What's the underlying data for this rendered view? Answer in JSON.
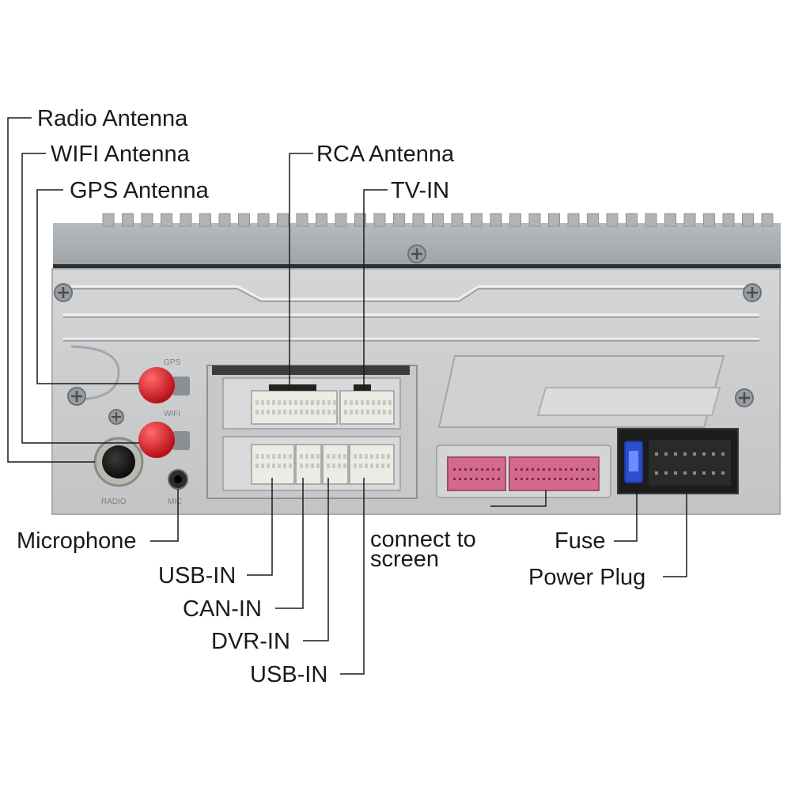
{
  "labels": {
    "radio_antenna": "Radio Antenna",
    "wifi_antenna": "WIFI Antenna",
    "gps_antenna": "GPS Antenna",
    "rca_antenna": "RCA Antenna",
    "tv_in": "TV-IN",
    "microphone": "Microphone",
    "usb_in_1": "USB-IN",
    "can_in": "CAN-IN",
    "dvr_in": "DVR-IN",
    "usb_in_2": "USB-IN",
    "connect_to_screen_line1": "connect to",
    "connect_to_screen_line2": "screen",
    "fuse": "Fuse",
    "power_plug": "Power Plug"
  },
  "panel_markings": {
    "gps": "GPS",
    "wifi": "WIFI",
    "radio": "RADIO",
    "mic": "MIC"
  },
  "colors": {
    "housing": "#c9cbcd",
    "heatsink": "#a8acaf",
    "antenna_connector": "#d8202a",
    "screen_connector": "#d4698f",
    "power_plug": "#1c1c1c",
    "fuse": "#2a4fd0",
    "white_connector": "#ecebe6",
    "leader_line": "#1a1a1a"
  }
}
